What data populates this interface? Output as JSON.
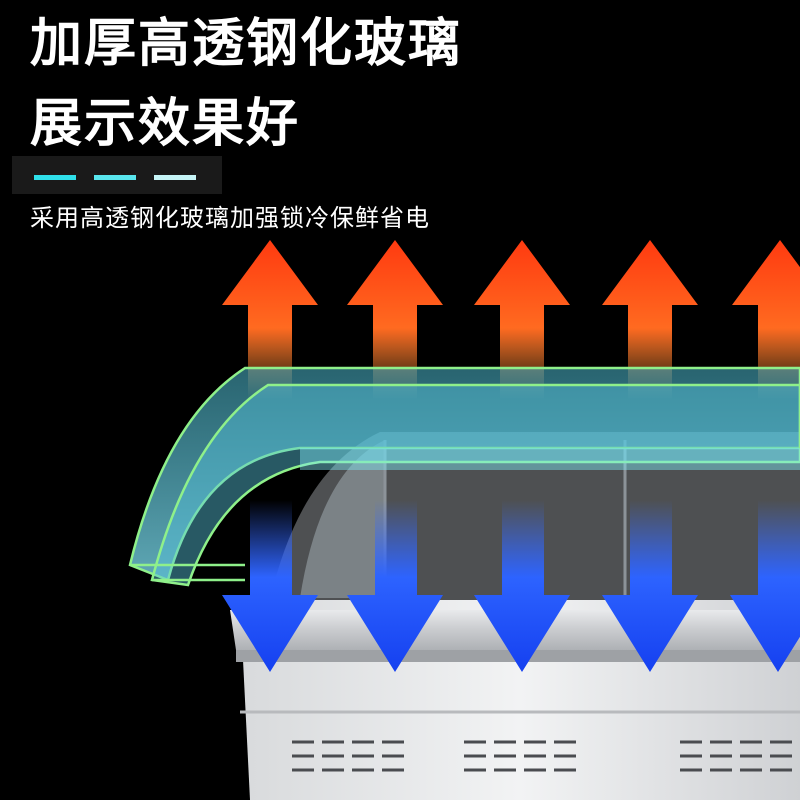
{
  "headline": {
    "line1": "加厚高透钢化玻璃",
    "line2": "展示效果好"
  },
  "subtitle": "采用高透钢化玻璃加强锁冷保鲜省电",
  "colors": {
    "background": "#000000",
    "accent_cyan": "#2fe0ea",
    "heat_arrow": "#ff5a14",
    "cold_arrow": "#1f5bff",
    "glass": "#6fd0e8"
  },
  "icons": {
    "heat_arrows": "arrow-up-icon",
    "cold_arrows": "arrow-down-icon"
  },
  "scene": {
    "heat_arrow_count": 5,
    "cold_arrow_count": 5
  }
}
